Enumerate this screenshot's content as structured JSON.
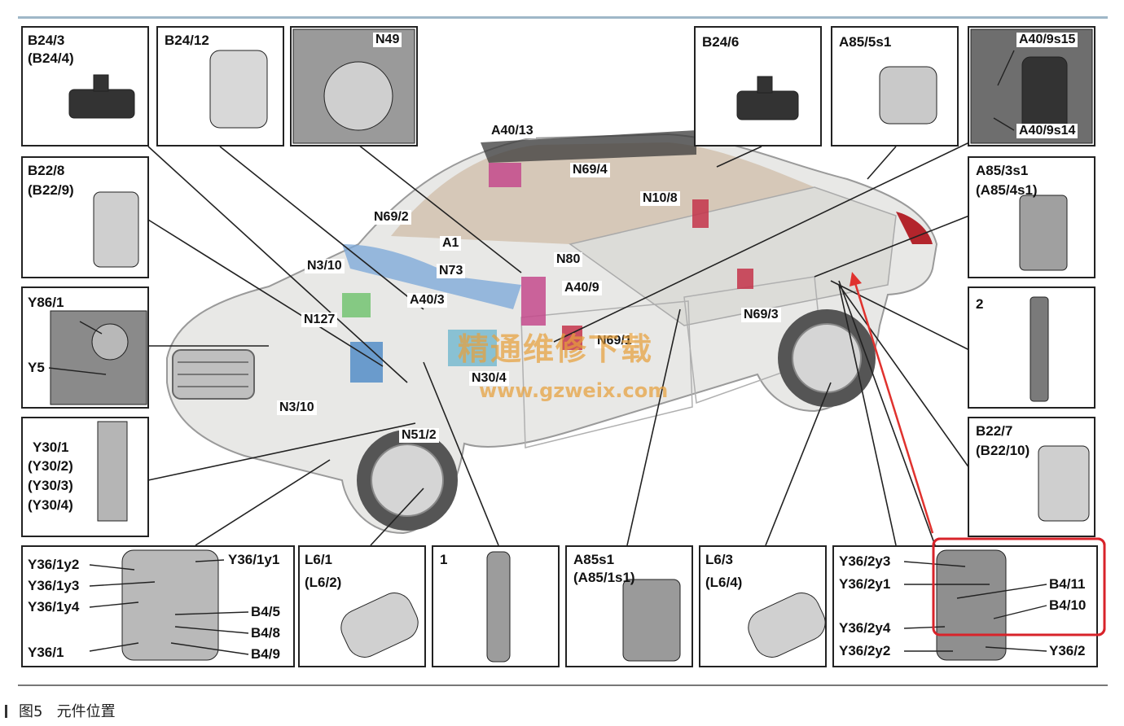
{
  "labels": {
    "b24_3": "B24/3",
    "b24_4": "(B24/4)",
    "b24_12": "B24/12",
    "n49": "N49",
    "b24_6": "B24/6",
    "a85_5s1": "A85/5s1",
    "a40_9s15": "A40/9s15",
    "a40_9s14": "A40/9s14",
    "b22_8": "B22/8",
    "b22_9": "(B22/9)",
    "a85_3s1": "A85/3s1",
    "a85_4s1": "(A85/4s1)",
    "y86_1": "Y86/1",
    "y5": "Y5",
    "two": "2",
    "y30_1": "Y30/1",
    "y30_2": "(Y30/2)",
    "y30_3": "(Y30/3)",
    "y30_4": "(Y30/4)",
    "b22_7": "B22/7",
    "b22_10": "(B22/10)",
    "y36_1y2": "Y36/1y2",
    "y36_1y3": "Y36/1y3",
    "y36_1y4": "Y36/1y4",
    "y36_1": "Y36/1",
    "y36_1y1": "Y36/1y1",
    "b4_5": "B4/5",
    "b4_8": "B4/8",
    "b4_9": "B4/9",
    "l6_1": "L6/1",
    "l6_2": "(L6/2)",
    "one": "1",
    "a85s1": "A85s1",
    "a85_1s1": "(A85/1s1)",
    "l6_3": "L6/3",
    "l6_4": "(L6/4)",
    "y36_2y3": "Y36/2y3",
    "y36_2y1": "Y36/2y1",
    "y36_2y4": "Y36/2y4",
    "y36_2y2": "Y36/2y2",
    "b4_11": "B4/11",
    "b4_10": "B4/10",
    "y36_2": "Y36/2"
  },
  "car_tags": {
    "a40_13": "A40/13",
    "n69_4": "N69/4",
    "n10_8": "N10/8",
    "n69_2": "N69/2",
    "a1": "A1",
    "n3_10_top": "N3/10",
    "n73": "N73",
    "n80": "N80",
    "a40_9": "A40/9",
    "a40_3": "A40/3",
    "n69_3": "N69/3",
    "n127": "N127",
    "n69_1": "N69/1",
    "n30_4": "N30/4",
    "n3_10_bottom": "N3/10",
    "n51_2": "N51/2"
  },
  "watermark": {
    "text": "精通维修下载",
    "url": "www.gzweix.com"
  },
  "caption": {
    "figure": "图5",
    "title": "元件位置"
  },
  "colors": {
    "highlight": "#d8232a",
    "arrow": "#e0322e"
  }
}
